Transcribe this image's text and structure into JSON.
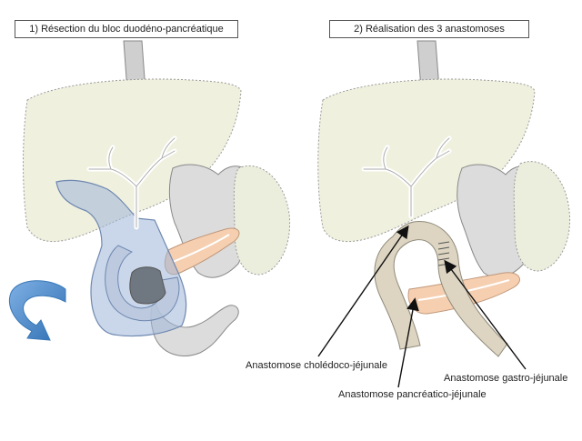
{
  "panels": {
    "left": {
      "title": "1) Résection du bloc duodéno-pancréatique"
    },
    "right": {
      "title": "2) Réalisation des 3 anastomoses"
    }
  },
  "annotations": {
    "choledoco": "Anastomose cholédoco-jéjunale",
    "gastro": "Anastomose gastro-jéjunale",
    "pancreatico": "Anastomose pancréatico-jéjunale"
  },
  "colors": {
    "liver": "#f0f0df",
    "stomach": "#dcdcdc",
    "pancreas": "#f5cfb0",
    "resection": "#9fb6d8",
    "arrow": "#4a86c8",
    "jejunum": "#ddd5c2",
    "outline": "#7a7a7a"
  }
}
